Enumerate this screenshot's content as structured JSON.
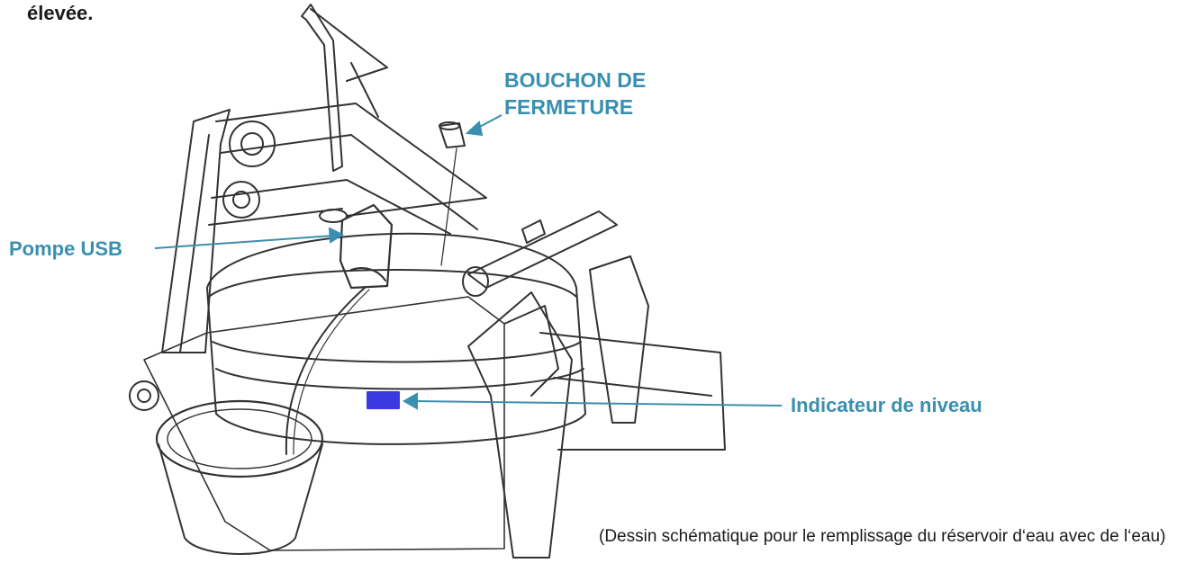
{
  "header": {
    "top_text": "élevée."
  },
  "callouts": {
    "usb_pump": "Pompe USB",
    "cap_line1": "BOUCHON DE",
    "cap_line2": "FERMETURE",
    "level_indicator": "Indicateur de niveau"
  },
  "caption": "(Dessin schématique pour le remplissage du réservoir d‘eau avec de l‘eau)",
  "colors": {
    "callout": "#3a8fb0",
    "indicator": "#3a3ae0",
    "line": "#333333"
  }
}
